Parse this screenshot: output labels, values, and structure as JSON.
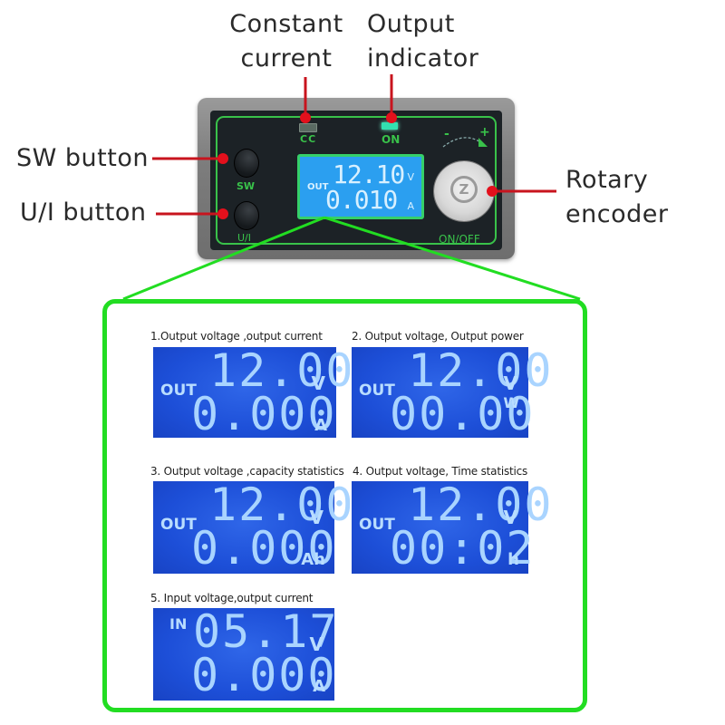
{
  "callouts": {
    "constant_current": [
      "Constant",
      "current"
    ],
    "output_indicator": [
      "Output",
      "indicator"
    ],
    "sw_button": "SW button",
    "ui_button": "U/I button",
    "rotary_encoder": [
      "Rotary",
      "encoder"
    ]
  },
  "device": {
    "cc_label": "CC",
    "on_label": "ON",
    "sw_label": "SW",
    "ui_label": "U/I",
    "knob_label": "ON/OFF",
    "knob_minus": "-",
    "knob_plus": "+",
    "knob_logo": "Z",
    "display": {
      "label": "OUT",
      "row1": "12.10",
      "row1_unit": "V",
      "row2": "0.010",
      "row2_unit": "A"
    }
  },
  "colors": {
    "callout_line": "#c8141e",
    "panel_border": "#22dd22",
    "lcd_blue": "#1d4fd8",
    "device_lcd_blue": "#2b9ff0",
    "device_label_green": "#39c24a"
  },
  "modes": [
    {
      "title": "1.Output voltage ,output current",
      "label": "OUT",
      "row1": "12.00",
      "row1_unit": "V",
      "row2": "0.000",
      "row2_unit": "A"
    },
    {
      "title": "2. Output voltage, Output power",
      "label": "OUT",
      "row1": "12.00",
      "row1_unit": "V",
      "row2": "00.00",
      "row2_unit": "W"
    },
    {
      "title": "3. Output voltage ,capacity statistics",
      "label": "OUT",
      "row1": "12.00",
      "row1_unit": "V",
      "row2": "0.000",
      "row2_unit": "Ah"
    },
    {
      "title": "4. Output voltage, Time statistics",
      "label": "OUT",
      "row1": "12.00",
      "row1_unit": "V",
      "row2": "00:02",
      "row2_unit": "h"
    },
    {
      "title": "5. Input voltage,output current",
      "label": "IN",
      "row1": "05.17",
      "row1_unit": "V",
      "row2": "0.000",
      "row2_unit": "A"
    }
  ]
}
